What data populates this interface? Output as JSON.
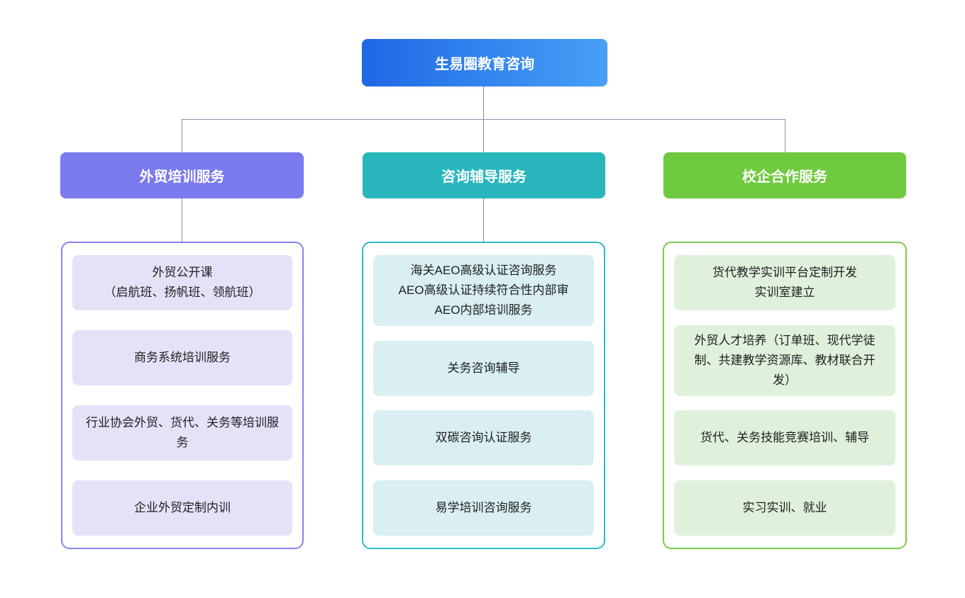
{
  "diagram": {
    "root": {
      "label": "生易圈教育咨询"
    },
    "branches": [
      {
        "label": "外贸培训服务",
        "items": [
          "外贸公开课\n（启航班、扬帆班、领航班）",
          "商务系统培训服务",
          "行业协会外贸、货代、关务等培训服务",
          "企业外贸定制内训"
        ]
      },
      {
        "label": "咨询辅导服务",
        "items": [
          "海关AEO高级认证咨询服务\nAEO高级认证持续符合性内部审\nAEO内部培训服务",
          "关务咨询辅导",
          "双碳咨询认证服务",
          "易学培训咨询服务"
        ]
      },
      {
        "label": "校企合作服务",
        "items": [
          "货代教学实训平台定制开发\n实训室建立",
          "外贸人才培养（订单班、现代学徒制、共建教学资源库、教材联合开发）",
          "货代、关务技能竞赛培训、辅导",
          "实习实训、就业"
        ]
      }
    ],
    "colors": {
      "root_gradient_from": "#1f68e6",
      "root_gradient_to": "#47a0f7",
      "branch_purple": "#7b7aef",
      "branch_teal": "#28b6bc",
      "branch_green": "#70ca3f",
      "item_bg_purple": "#e5e2f8",
      "item_bg_teal": "#d9eff2",
      "item_bg_green": "#dff1db",
      "connector": "#8a919e"
    }
  }
}
